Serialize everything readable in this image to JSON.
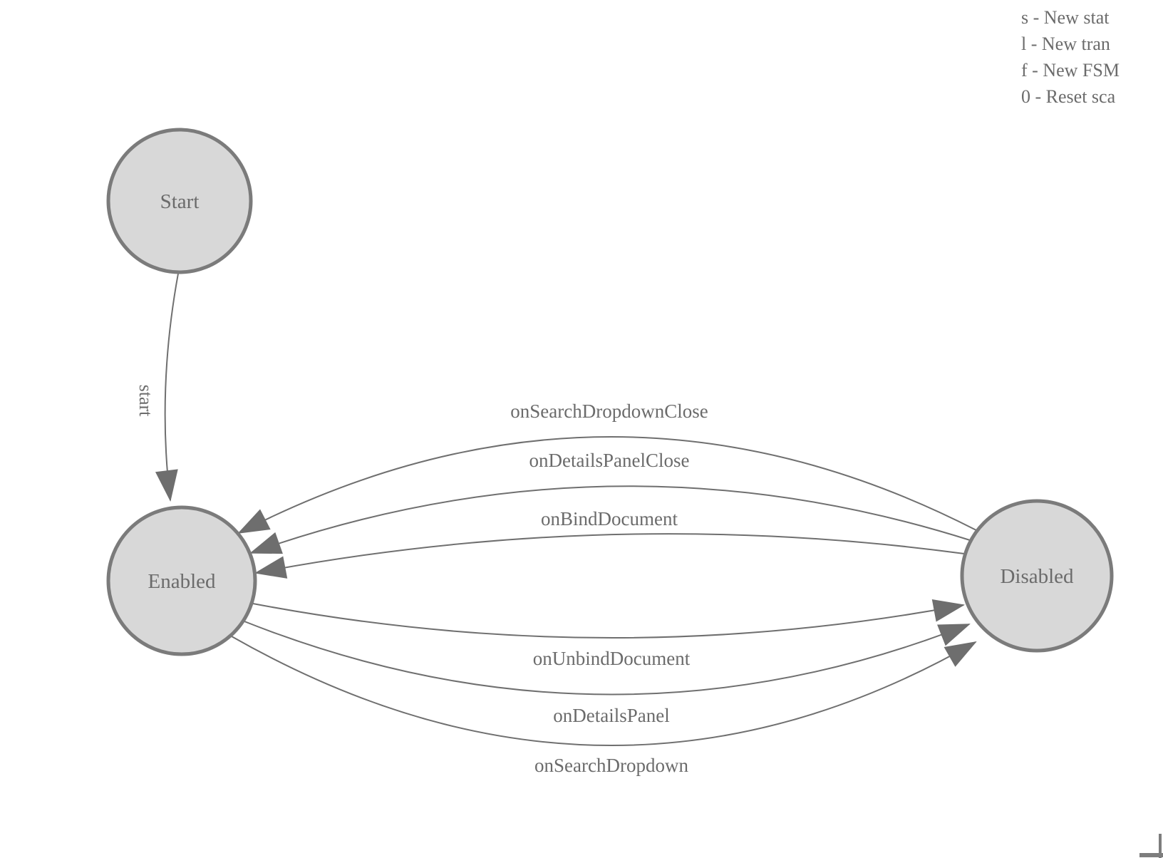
{
  "diagram": {
    "type": "state-machine",
    "nodes": [
      {
        "id": "start",
        "label": "Start"
      },
      {
        "id": "enabled",
        "label": "Enabled"
      },
      {
        "id": "disabled",
        "label": "Disabled"
      }
    ],
    "edges": [
      {
        "label": "start",
        "from": "start",
        "to": "enabled"
      },
      {
        "label": "onSearchDropdownClose",
        "from": "disabled",
        "to": "enabled"
      },
      {
        "label": "onDetailsPanelClose",
        "from": "disabled",
        "to": "enabled"
      },
      {
        "label": "onBindDocument",
        "from": "disabled",
        "to": "enabled"
      },
      {
        "label": "onUnbindDocument",
        "from": "enabled",
        "to": "disabled"
      },
      {
        "label": "onDetailsPanel",
        "from": "enabled",
        "to": "disabled"
      },
      {
        "label": "onSearchDropdown",
        "from": "enabled",
        "to": "disabled"
      }
    ]
  },
  "legend": {
    "items": [
      "s - New stat",
      "l - New tran",
      "f - New FSM",
      "0 - Reset sca"
    ]
  },
  "colors": {
    "node_fill": "#d8d8d8",
    "node_stroke": "#7b7b7b",
    "edge_stroke": "#6f6f6f",
    "arrowhead": "#6e6e6e",
    "text": "#6b6b6b",
    "background": "#ffffff"
  }
}
